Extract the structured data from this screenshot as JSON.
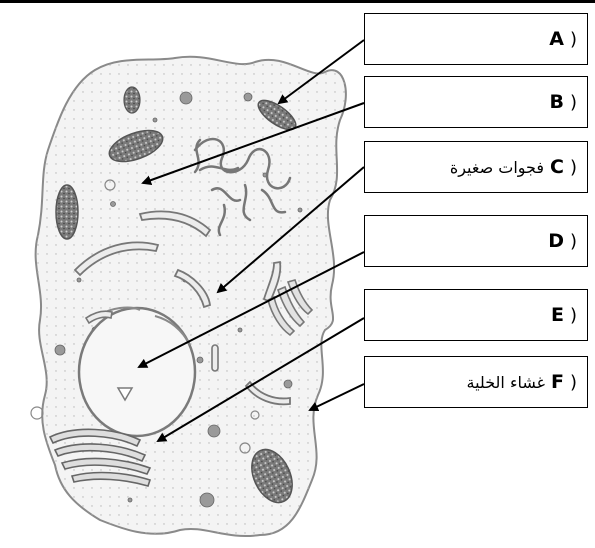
{
  "labels": [
    {
      "letter": "A",
      "paren": ")",
      "text": ""
    },
    {
      "letter": "B",
      "paren": ")",
      "text": ""
    },
    {
      "letter": "C",
      "paren": ")",
      "text": "فجوات صغيرة"
    },
    {
      "letter": "D",
      "paren": ")",
      "text": ""
    },
    {
      "letter": "E",
      "paren": ")",
      "text": ""
    },
    {
      "letter": "F",
      "paren": ")",
      "text": "غشاء الخلية"
    }
  ],
  "colors": {
    "line": "#000000",
    "cell_stroke": "#8a8a8a",
    "cell_fill": "#f4f4f4",
    "organelle_dark": "#6b6b6b"
  }
}
